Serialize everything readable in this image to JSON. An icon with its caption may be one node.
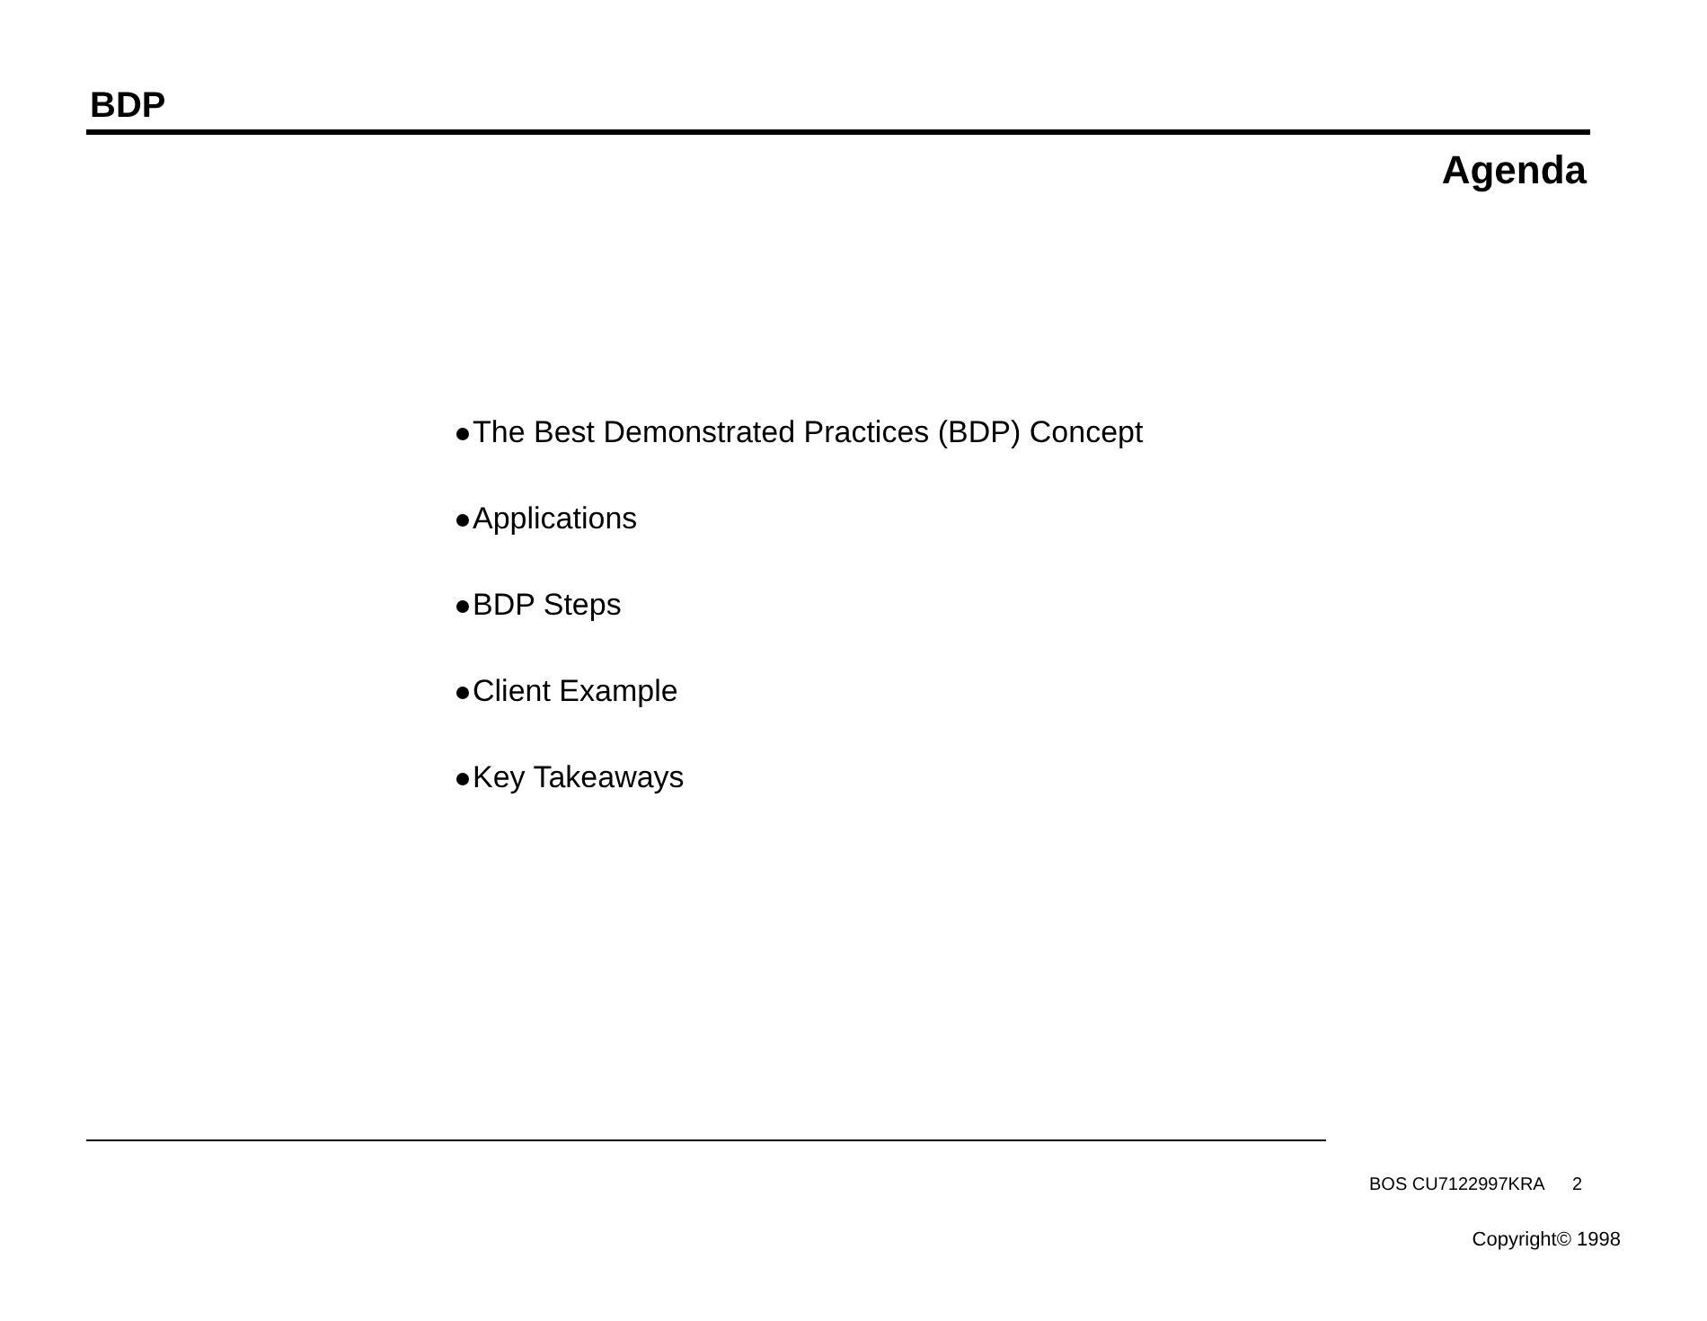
{
  "diagram": {
    "title": "Agenda",
    "labels": [
      "BDP",
      "The Best Demonstrated Practices (BDP) Concept",
      "Applications",
      "BDP Steps",
      "Client Example",
      "Key Takeaways",
      "BOS CU7122997KRA",
      "2",
      "Copyright© 1998"
    ]
  }
}
